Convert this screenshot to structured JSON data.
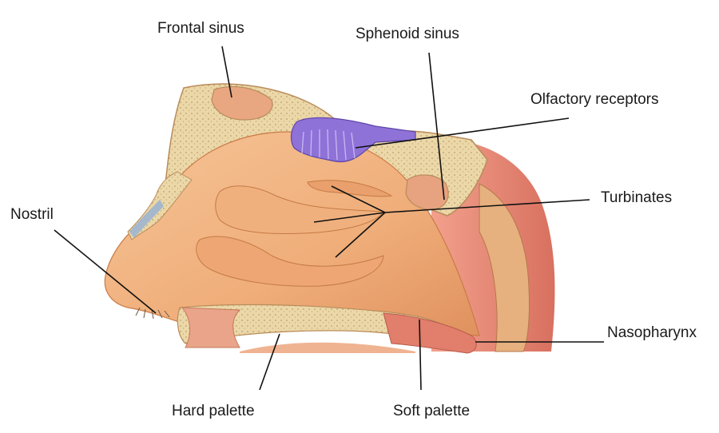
{
  "labels": {
    "frontal_sinus": "Frontal sinus",
    "sphenoid_sinus": "Sphenoid sinus",
    "olfactory_receptors": "Olfactory receptors",
    "turbinates": "Turbinates",
    "nostril": "Nostril",
    "nasopharynx": "Nasopharynx",
    "hard_palette": "Hard palette",
    "soft_palette": "Soft palette"
  },
  "colors": {
    "skin": "#f1b27f",
    "skin_shadow": "#d98a55",
    "bone": "#ecd7a8",
    "bone_dots": "#b7a06a",
    "mucosa": "#e98a78",
    "olfactory": "#8f72d8",
    "sinus_fill": "#f2b48c",
    "leader_line": "#111111"
  }
}
